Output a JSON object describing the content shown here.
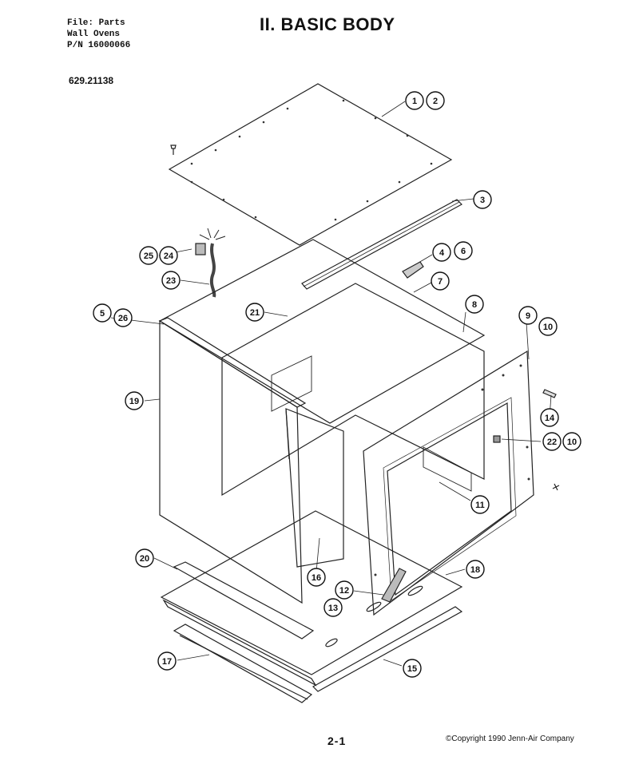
{
  "header": {
    "file": "File: Parts",
    "product": "Wall Ovens",
    "pn": "P/N 16000066"
  },
  "title": "II. BASIC BODY",
  "model": "629.21138",
  "footer": {
    "page": "2-1",
    "copyright": "©Copyright 1990 Jenn-Air Company"
  },
  "callouts": [
    {
      "id": "c1",
      "label": "1"
    },
    {
      "id": "c2",
      "label": "2"
    },
    {
      "id": "c3",
      "label": "3"
    },
    {
      "id": "c4",
      "label": "4"
    },
    {
      "id": "c6a",
      "label": "6"
    },
    {
      "id": "c7",
      "label": "7"
    },
    {
      "id": "c8",
      "label": "8"
    },
    {
      "id": "c9",
      "label": "9"
    },
    {
      "id": "c10a",
      "label": "10"
    },
    {
      "id": "c5",
      "label": "5"
    },
    {
      "id": "c26",
      "label": "26"
    },
    {
      "id": "c25",
      "label": "25"
    },
    {
      "id": "c24",
      "label": "24"
    },
    {
      "id": "c23",
      "label": "23"
    },
    {
      "id": "c21",
      "label": "21"
    },
    {
      "id": "c19",
      "label": "19"
    },
    {
      "id": "c14",
      "label": "14"
    },
    {
      "id": "c22",
      "label": "22"
    },
    {
      "id": "c10b",
      "label": "10"
    },
    {
      "id": "c11",
      "label": "11"
    },
    {
      "id": "c20",
      "label": "20"
    },
    {
      "id": "c16",
      "label": "16"
    },
    {
      "id": "c18",
      "label": "18"
    },
    {
      "id": "c12",
      "label": "12"
    },
    {
      "id": "c13",
      "label": "13"
    },
    {
      "id": "c17",
      "label": "17"
    },
    {
      "id": "c15",
      "label": "15"
    }
  ]
}
